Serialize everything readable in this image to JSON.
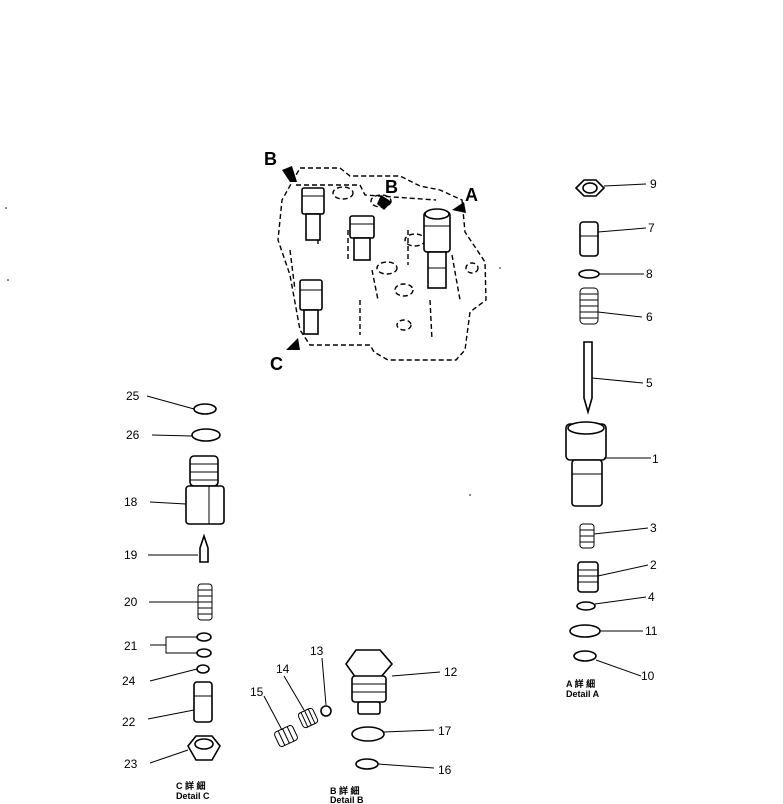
{
  "views": {
    "arrow_b1": "B",
    "arrow_b2": "B",
    "arrow_a": "A",
    "arrow_c": "C"
  },
  "callouts": {
    "p1": "1",
    "p2": "2",
    "p3": "3",
    "p4": "4",
    "p5": "5",
    "p6": "6",
    "p7": "7",
    "p8": "8",
    "p9": "9",
    "p10": "10",
    "p11": "11",
    "p12": "12",
    "p13": "13",
    "p14": "14",
    "p15": "15",
    "p16": "16",
    "p17": "17",
    "p18": "18",
    "p19": "19",
    "p20": "20",
    "p21": "21",
    "p22": "22",
    "p23": "23",
    "p24": "24",
    "p25": "25",
    "p26": "26"
  },
  "details": {
    "a_glyphs": "A 詳 細",
    "a_label": "Detail A",
    "b_glyphs": "B 詳 細",
    "b_label": "Detail B",
    "c_glyphs": "C 詳 細",
    "c_label": "Detail C"
  }
}
